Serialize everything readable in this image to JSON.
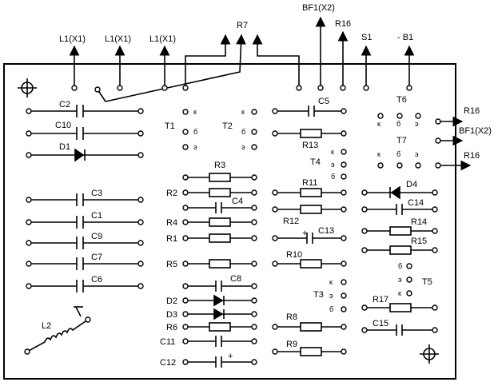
{
  "top_connectors": [
    {
      "id": "l1-1",
      "label": "L1(X1)"
    },
    {
      "id": "l1-2",
      "label": "L1(X1)"
    },
    {
      "id": "l1-3",
      "label": "L1(X1)"
    },
    {
      "id": "r7",
      "label": "R7"
    },
    {
      "id": "bf1",
      "label": "BF1(X2)"
    },
    {
      "id": "r16",
      "label": "R16"
    },
    {
      "id": "s1",
      "label": "S1"
    },
    {
      "id": "b1",
      "label": "- B1"
    }
  ],
  "right_connectors": [
    {
      "id": "r16a",
      "label": "R16"
    },
    {
      "id": "bf1",
      "label": "BF1(X2)"
    },
    {
      "id": "r16b",
      "label": "R16"
    }
  ],
  "components": {
    "c2": "C2",
    "c10": "C10",
    "d1": "D1",
    "c3": "C3",
    "c1": "C1",
    "c9": "C9",
    "c7": "C7",
    "c6": "C6",
    "l2": "L2",
    "r3": "R3",
    "r2": "R2",
    "c4": "C4",
    "r4": "R4",
    "r1": "R1",
    "r5": "R5",
    "c8": "C8",
    "d2": "D2",
    "d3": "D3",
    "r6": "R6",
    "c11": "C11",
    "c12": "C12",
    "c5": "C5",
    "r13": "R13",
    "r11": "R11",
    "r12": "R12",
    "c13": "C13",
    "r10": "R10",
    "r8": "R8",
    "r9": "R9",
    "d4": "D4",
    "c14": "C14",
    "r14": "R14",
    "r15": "R15",
    "r17": "R17",
    "c15": "C15"
  },
  "transistors": {
    "t1": {
      "label": "T1",
      "pins": [
        "к",
        "б",
        "э"
      ]
    },
    "t2": {
      "label": "T2",
      "pins": [
        "к",
        "б",
        "э"
      ]
    },
    "t4": {
      "label": "T4",
      "pins": [
        "к",
        "э",
        "б"
      ]
    },
    "t6": {
      "label": "T6",
      "pins": [
        "к",
        "б",
        "э"
      ]
    },
    "t7": {
      "label": "T7",
      "pins": [
        "к",
        "б",
        "э"
      ]
    },
    "t3": {
      "label": "T3",
      "pins": [
        "к",
        "э",
        "б"
      ]
    },
    "t5": {
      "label": "T5",
      "pins": [
        "б",
        "э",
        "к"
      ]
    }
  },
  "polarity_mark": "+"
}
